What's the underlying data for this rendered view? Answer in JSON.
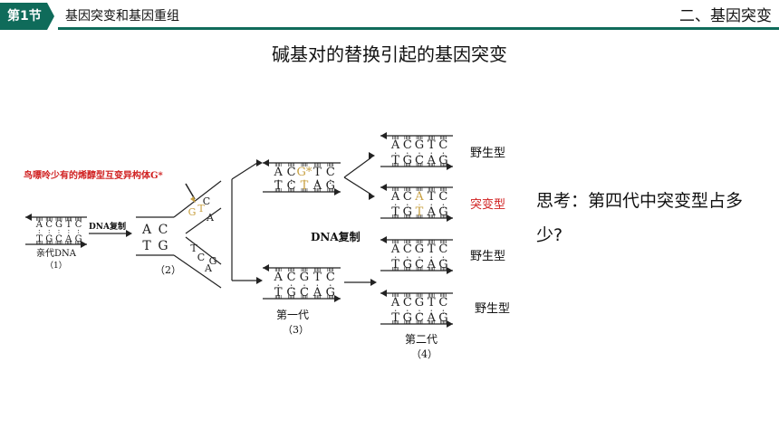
{
  "header": {
    "badge": "第1节",
    "section_title": "基因突变和基因重组",
    "chapter_title": "二、基因突变"
  },
  "main_title": "碱基对的替换引起的基因突变",
  "figure": {
    "annotation": "鸟嘌呤少有的烯醇型互变异构体G*",
    "dna_copy_small": "DNA复制",
    "dna_copy": "DNA复制",
    "labels": {
      "parent": "亲代DNA",
      "p1": "（1）",
      "p2": "（2）",
      "gen1": "第一代",
      "p3": "（3）",
      "gen2": "第二代",
      "p4": "（4）"
    },
    "strand_top": [
      "A",
      "C",
      "G",
      "T",
      "C"
    ],
    "strand_bottom": [
      "T",
      "G",
      "C",
      "A",
      "G"
    ],
    "mut_top": [
      "A",
      "C",
      "G*",
      "T",
      "C"
    ],
    "mut_bottom": [
      "T",
      "C",
      "T",
      "A",
      "G"
    ],
    "mutant_top": [
      "A",
      "C",
      "A",
      "T",
      "C"
    ],
    "mutant_bottom": [
      "T",
      "G",
      "T",
      "A",
      "G"
    ],
    "types": [
      "野生型",
      "突变型",
      "野生型",
      "野生型"
    ]
  },
  "think_text": "思考：第四代中突变型占多少?",
  "colors": {
    "accent": "#0f6b5a",
    "highlight": "#c8a040",
    "red": "#d02020"
  }
}
